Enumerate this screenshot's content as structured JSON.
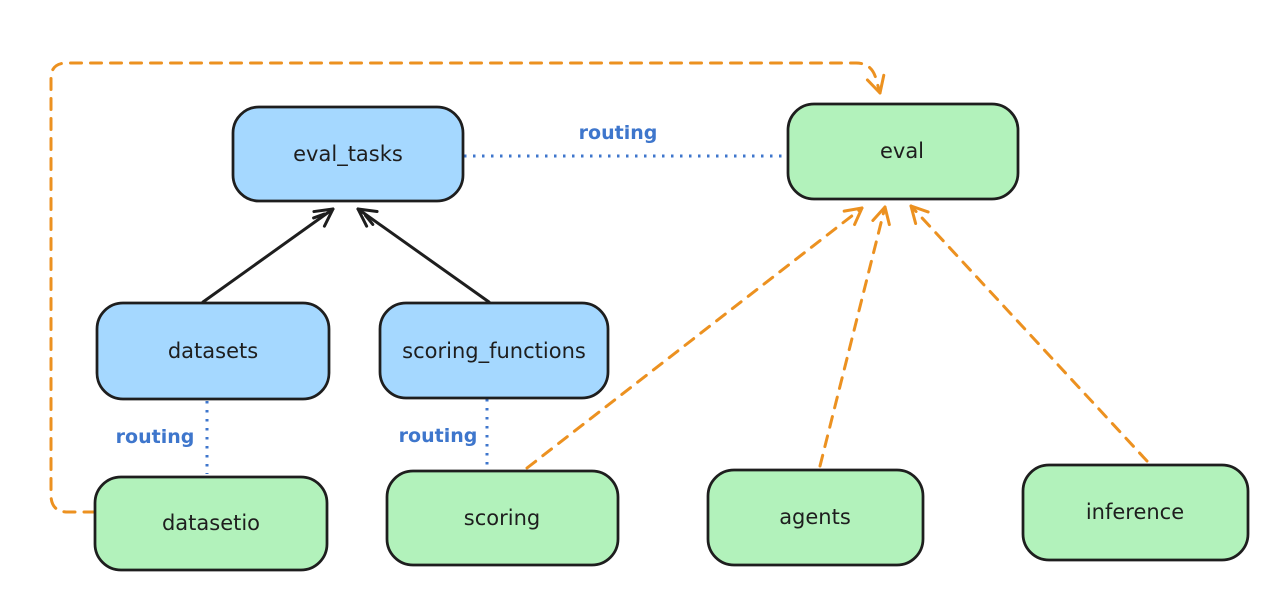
{
  "diagram": {
    "background_color": "#ffffff",
    "colors": {
      "blue_node_fill": "#a5d8ff",
      "green_node_fill": "#b2f2bb",
      "node_stroke": "#1e1e1e",
      "orange_edge": "#ec9120",
      "blue_edge": "#3e76cc"
    },
    "nodes": {
      "eval_tasks": {
        "label": "eval_tasks",
        "color": "blue"
      },
      "eval": {
        "label": "eval",
        "color": "green"
      },
      "datasets": {
        "label": "datasets",
        "color": "blue"
      },
      "scoring_functions": {
        "label": "scoring_functions",
        "color": "blue"
      },
      "datasetio": {
        "label": "datasetio",
        "color": "green"
      },
      "scoring": {
        "label": "scoring",
        "color": "green"
      },
      "agents": {
        "label": "agents",
        "color": "green"
      },
      "inference": {
        "label": "inference",
        "color": "green"
      }
    },
    "edges": [
      {
        "from": "datasets",
        "to": "eval_tasks",
        "style": "solid",
        "color": "black",
        "arrow": true
      },
      {
        "from": "scoring_functions",
        "to": "eval_tasks",
        "style": "solid",
        "color": "black",
        "arrow": true
      },
      {
        "from": "eval_tasks",
        "to": "eval",
        "style": "dotted",
        "color": "blue",
        "arrow": false,
        "label": "routing"
      },
      {
        "from": "datasets",
        "to": "datasetio",
        "style": "dotted",
        "color": "blue",
        "arrow": false,
        "label": "routing"
      },
      {
        "from": "scoring_functions",
        "to": "scoring",
        "style": "dotted",
        "color": "blue",
        "arrow": false,
        "label": "routing"
      },
      {
        "from": "datasetio",
        "to": "eval",
        "style": "dashed",
        "color": "orange",
        "arrow": true
      },
      {
        "from": "scoring",
        "to": "eval",
        "style": "dashed",
        "color": "orange",
        "arrow": true
      },
      {
        "from": "agents",
        "to": "eval",
        "style": "dashed",
        "color": "orange",
        "arrow": true
      },
      {
        "from": "inference",
        "to": "eval",
        "style": "dashed",
        "color": "orange",
        "arrow": true
      }
    ]
  }
}
